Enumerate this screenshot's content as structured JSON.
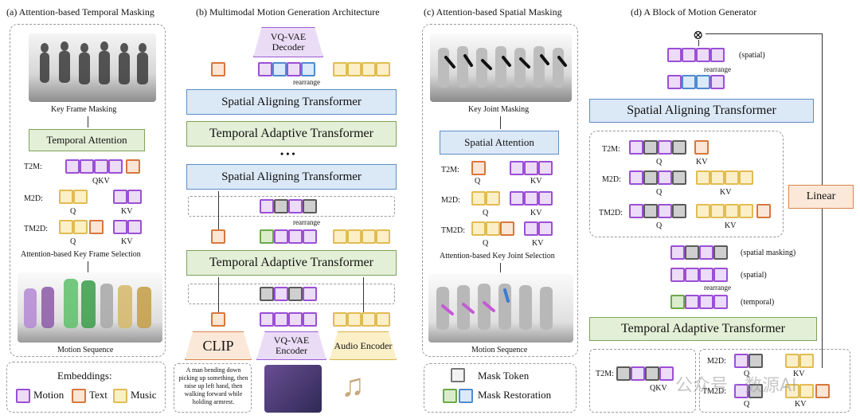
{
  "panels": {
    "a": {
      "title": "(a) Attention-based Temporal Masking",
      "key_frame_masking": "Key Frame Masking",
      "temporal_attention": "Temporal Attention",
      "t2m": "T2M:",
      "qkv": "QKV",
      "m2d": "M2D:",
      "q": "Q",
      "kv": "KV",
      "tm2d": "TM2D:",
      "selection": "Attention-based Key Frame Selection",
      "motion_sequence": "Motion Sequence"
    },
    "b": {
      "title": "(b) Multimodal Motion Generation Architecture",
      "vqvae_decoder": "VQ-VAE Decoder",
      "rearrange": "rearrange",
      "spatial_aligning": "Spatial Aligning Transformer",
      "temporal_adaptive": "Temporal Adaptive Transformer",
      "ellipsis": "• • •",
      "clip": "CLIP",
      "vqvae_encoder": "VQ-VAE Encoder",
      "audio_encoder": "Audio Encoder",
      "prompt": "A man bending down picking up something, then raise up left hand, then walking forward while holding armrest."
    },
    "c": {
      "title": "(c) Attention-based Spatial Masking",
      "key_joint_masking": "Key Joint Masking",
      "spatial_attention": "Spatial Attention",
      "t2m": "T2M:",
      "m2d": "M2D:",
      "tm2d": "TM2D:",
      "q": "Q",
      "kv": "KV",
      "selection": "Attention-based Key Joint Selection",
      "motion_sequence": "Motion Sequence"
    },
    "d": {
      "title": "(d) A Block of Motion Generator",
      "spatial": "(spatial)",
      "rearrange": "rearrange",
      "spatial_aligning": "Spatial Aligning Transformer",
      "t2m": "T2M:",
      "m2d": "M2D:",
      "tm2d": "TM2D:",
      "q": "Q",
      "kv": "KV",
      "linear": "Linear",
      "spatial_masking": "(spatial masking)",
      "temporal": "(temporal)",
      "temporal_adaptive": "Temporal Adaptive Transformer",
      "otimes": "⊗"
    }
  },
  "legend": {
    "embeddings_title": "Embeddings:",
    "motion": "Motion",
    "text": "Text",
    "music": "Music",
    "mask_token": "Mask Token",
    "mask_restoration": "Mask Restoration"
  },
  "watermark": "公众号 · 数源AI",
  "colors": {
    "motion": "#9b4fd6",
    "text": "#d8763c",
    "music": "#e1bc52",
    "mask": "#5a5a5a",
    "green": "#6ea84a",
    "blue": "#4f8bd0"
  }
}
